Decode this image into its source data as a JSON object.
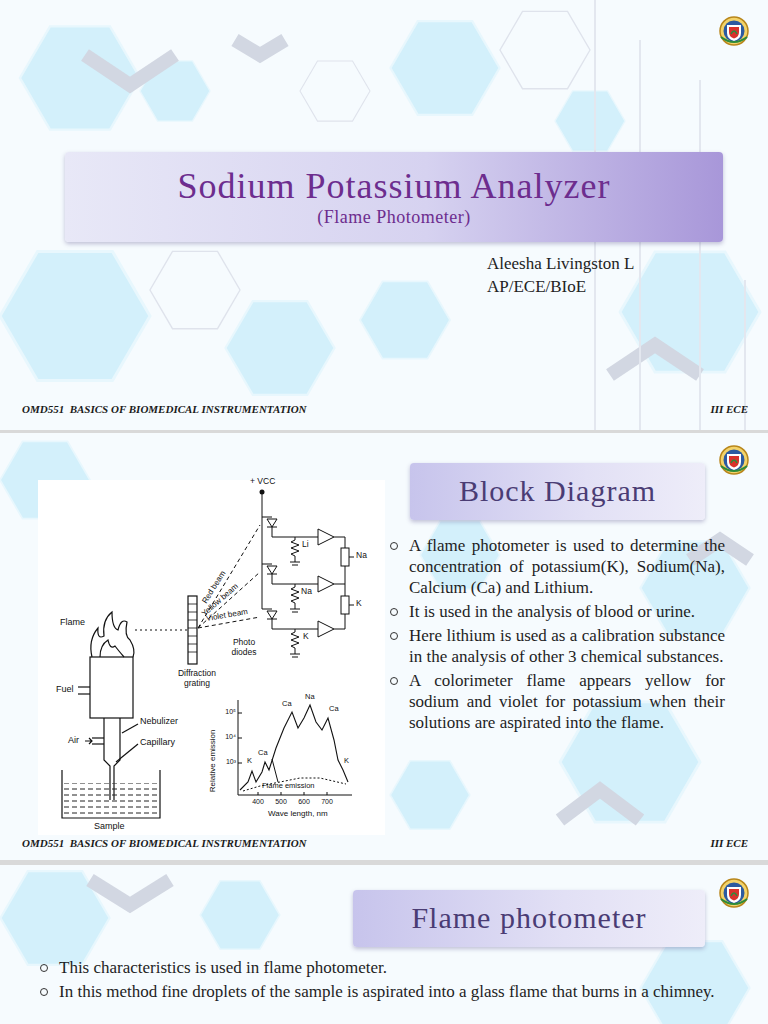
{
  "diagram": {
    "nodes": [
      {
        "text": [
          "Sodium Potassium Analyzer",
          "(Flame Photometer)"
        ]
      },
      {
        "text": [
          "Block Diagram"
        ]
      },
      {
        "text": [
          "Flame photometer"
        ]
      }
    ],
    "labels": [
      "Aleesha Livingston L",
      "AP/ECE/BIoE",
      "OMD551  BASICS OF BIOMEDICAL INSTRUMENTATION",
      "III ECE",
      "+ VCC",
      "Red beam",
      "Yellow beam",
      "Violet beam",
      "Li",
      "Na",
      "K",
      "Na",
      "K",
      "Photo diodes",
      "Flame",
      "Fuel",
      "Diffraction grating",
      "Air",
      "Nebulizer",
      "Capillary",
      "Sample",
      "10⁵",
      "10⁴",
      "10³",
      "Relative emission",
      "K",
      "Ca",
      "Ca",
      "Na",
      "Ca",
      "K",
      "Flame emission",
      "400",
      "500",
      "600",
      "700",
      "Wave length, nm",
      "A flame photometer is used to determine the concentration of potassium(K), Sodium(Na), Calcium (Ca) and Lithium.",
      "It is used in the analysis of blood or urine.",
      "Here lithium is used as a calibration substance in the analysis of other 3 chemical substances.",
      "A colorimeter flame appears yellow for sodium and violet for potassium when their solutions are aspirated into the flame.",
      "OMD551  BASICS OF BIOMEDICAL INSTRUMENTATION",
      "III ECE",
      "This characteristics is used in flame photometer.",
      "In this method fine droplets of the sample is aspirated into a glass flame that burns in a chimney."
    ]
  }
}
